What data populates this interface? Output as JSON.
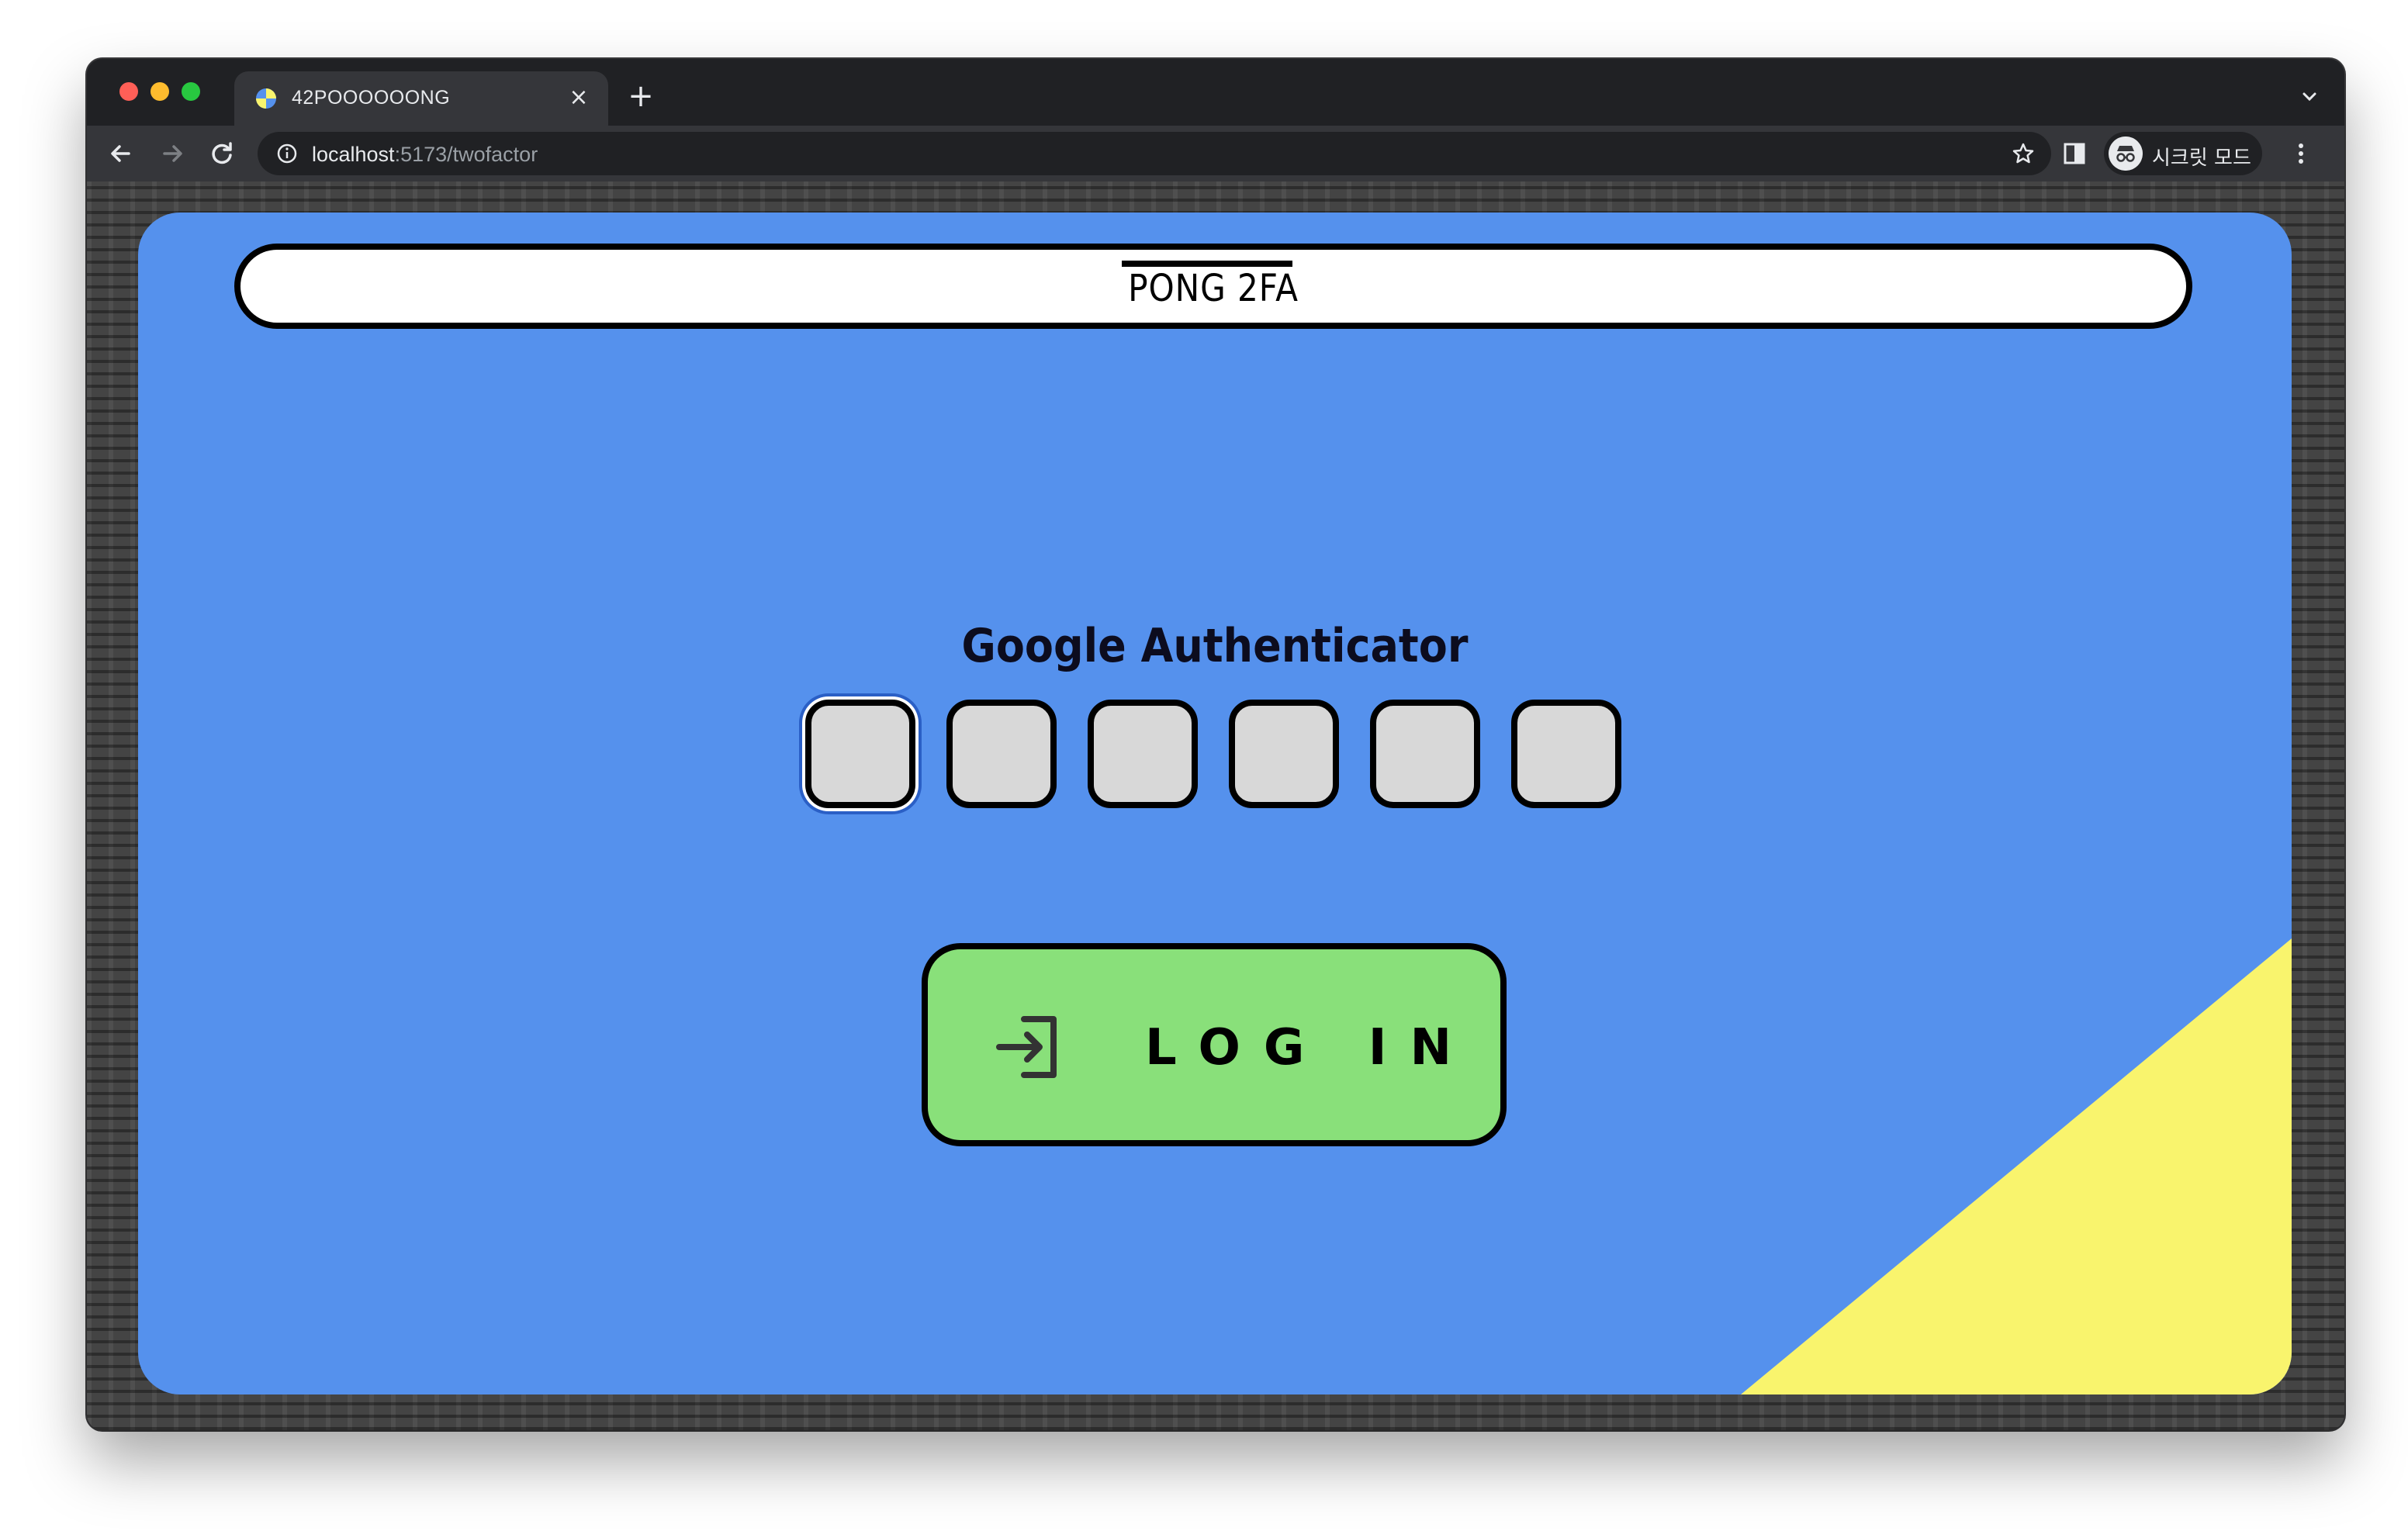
{
  "browser": {
    "tab": {
      "title": "42POOOOOONG",
      "close_glyph": "×"
    },
    "new_tab_glyph": "+",
    "address": {
      "host": "localhost",
      "rest": ":5173/twofactor"
    },
    "incognito_label": "시크릿 모드"
  },
  "page": {
    "header_title": "PONG 2FA",
    "auth_title": "Google Authenticator",
    "otp_slots": [
      "",
      "",
      "",
      "",
      "",
      ""
    ],
    "login_label": "LOG IN"
  },
  "icons": {
    "favicon": "pong-favicon-icon",
    "back": "back-arrow-icon",
    "forward": "forward-arrow-icon",
    "reload": "reload-icon",
    "info": "info-icon",
    "bookmark": "star-icon",
    "side_panel": "side-panel-icon",
    "incognito": "incognito-icon",
    "menu": "kebab-menu-icon",
    "login": "login-arrow-icon"
  },
  "colors": {
    "card": "#5591ed",
    "accent_yellow": "#f9f46d",
    "button_green": "#89e07a",
    "otp_fill": "#d8d8d8"
  }
}
